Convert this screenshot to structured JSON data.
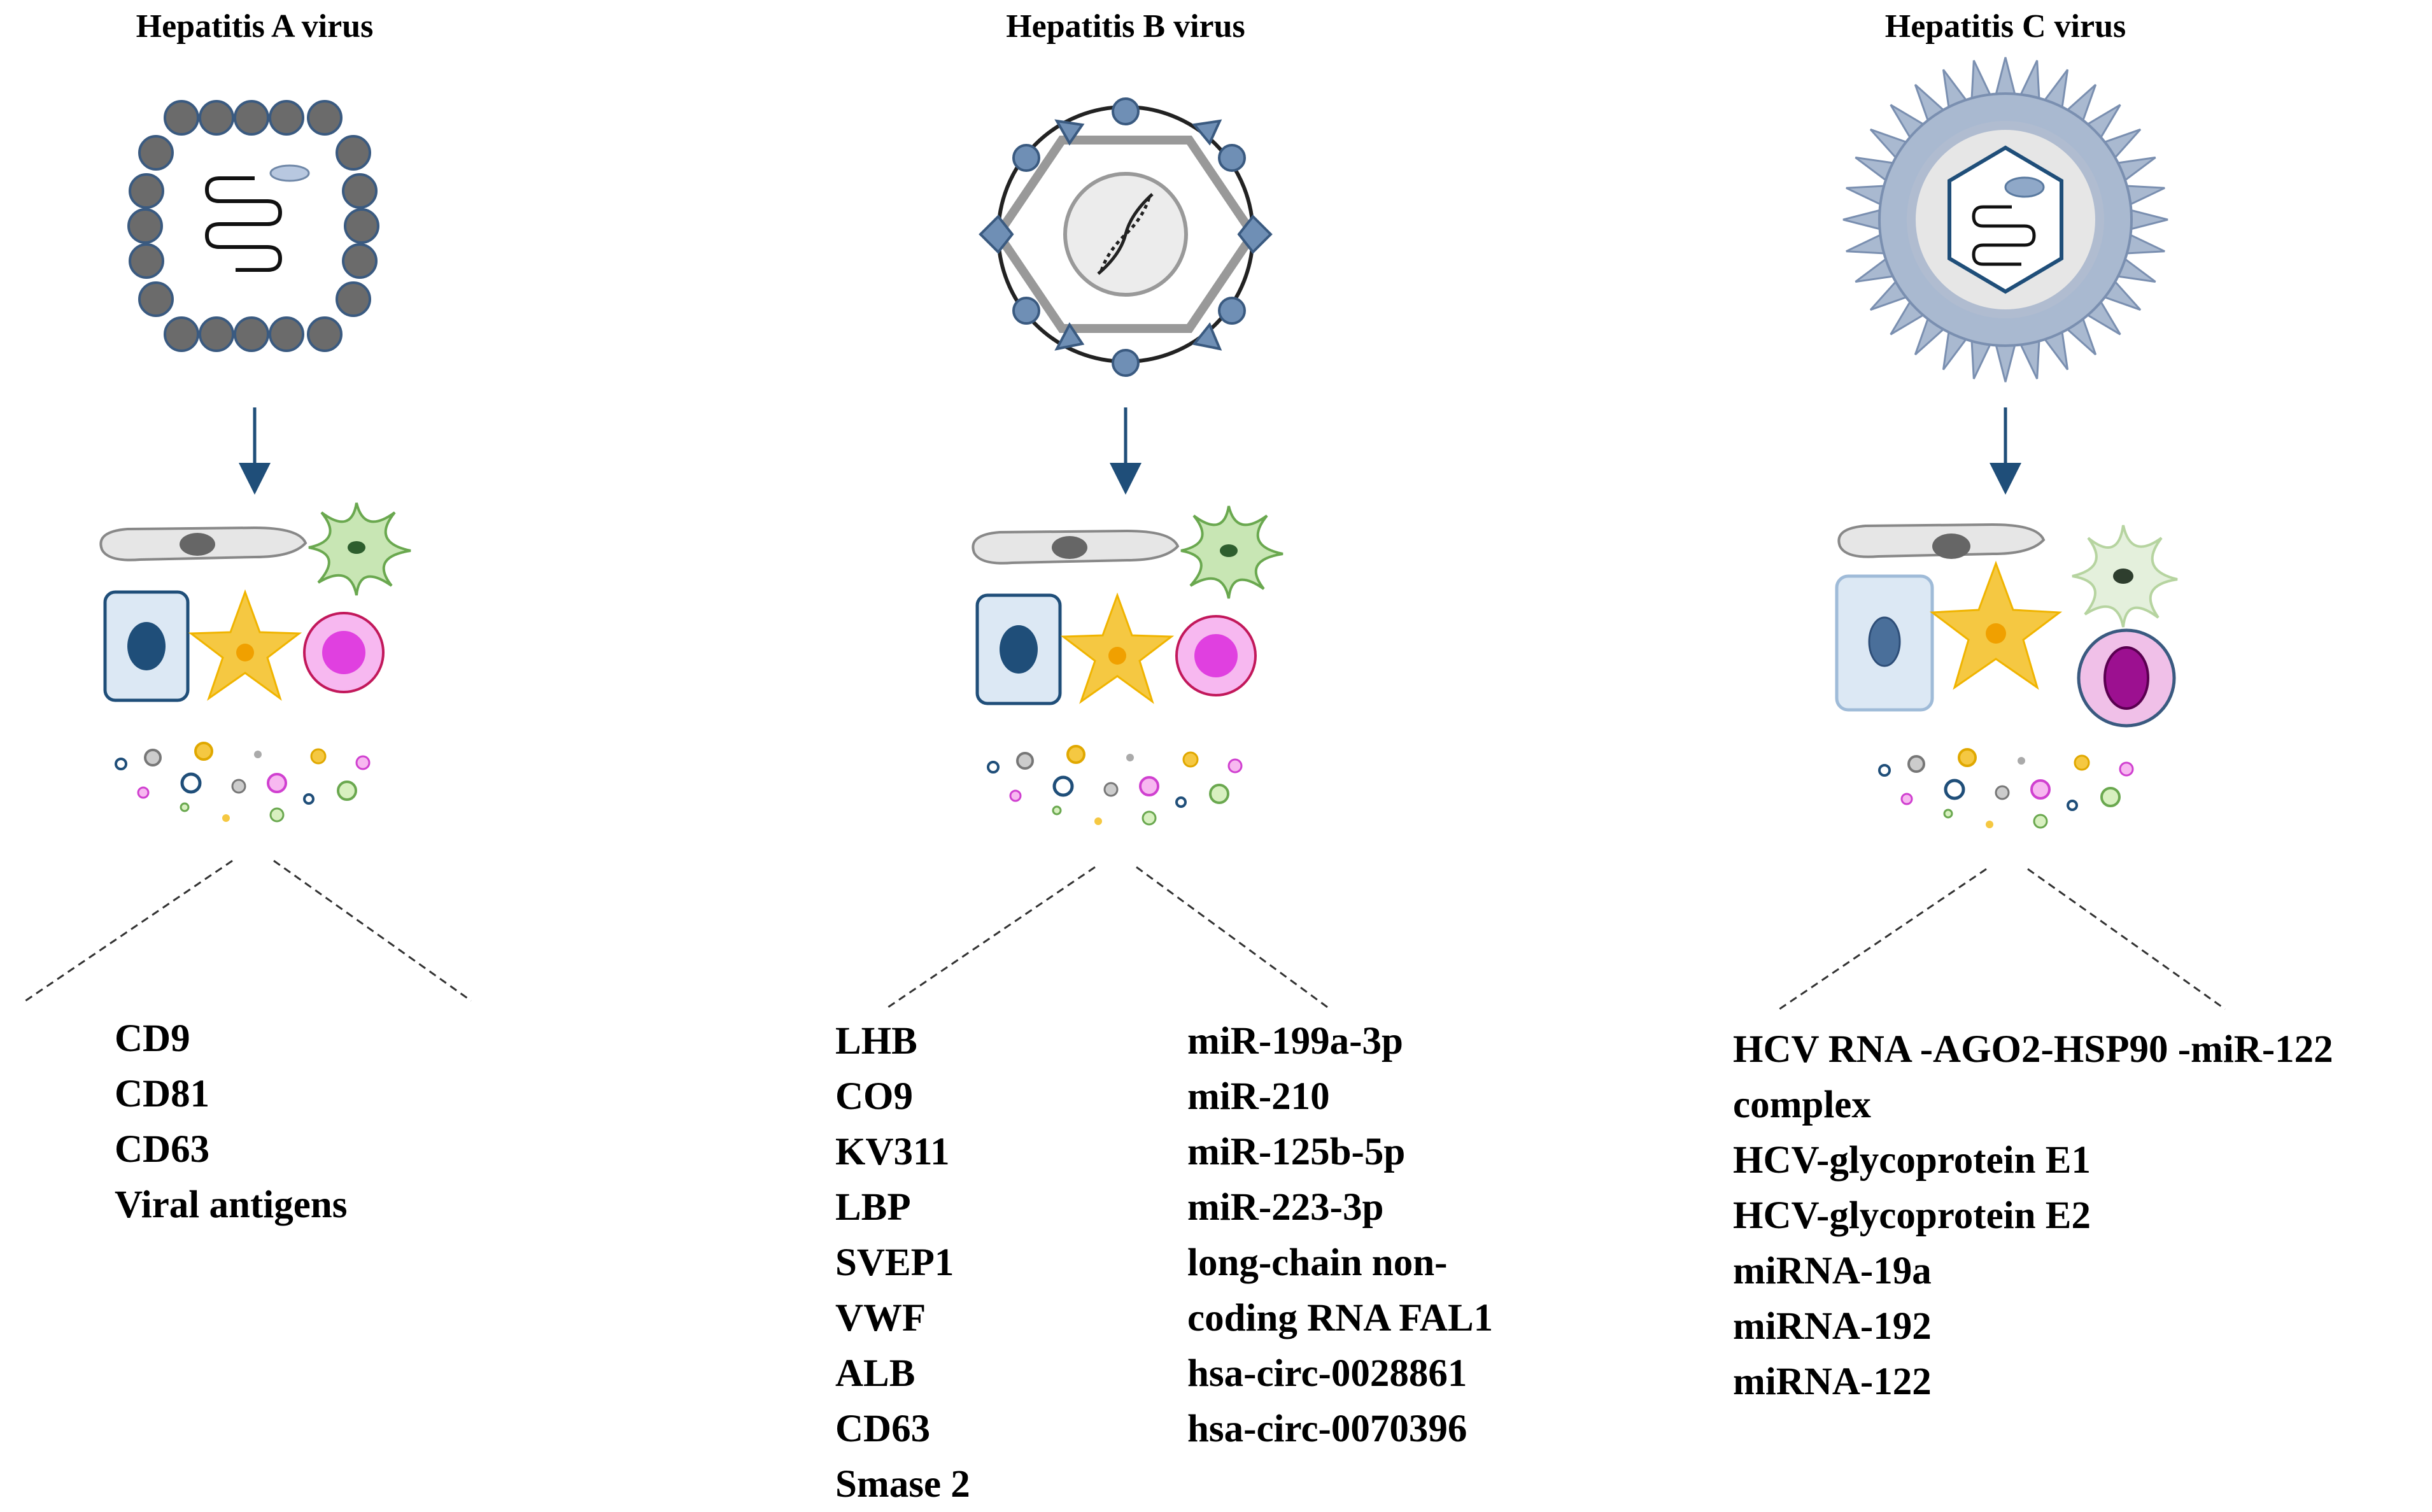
{
  "panels": [
    {
      "title": "Hepatitis A virus",
      "markers": [
        "CD9",
        "CD81",
        "CD63",
        "Viral antigens"
      ]
    },
    {
      "title": "Hepatitis B virus",
      "markers_left": [
        "LHB",
        "CO9",
        "KV311",
        "LBP",
        "SVEP1",
        "VWF",
        "ALB",
        "CD63",
        "Smase 2"
      ],
      "markers_right": [
        "miR-199a-3p",
        "miR-210",
        "miR-125b-5p",
        "miR-223-3p",
        "long-chain non-coding RNA FAL1",
        "hsa-circ-0028861",
        "hsa-circ-0070396"
      ]
    },
    {
      "title": "Hepatitis C virus",
      "markers": [
        "HCV RNA -AGO2-HSP90 -miR-122 complex",
        "HCV-glycoprotein E1",
        "HCV-glycoprotein E2",
        "miRNA-19a",
        "miRNA-192",
        "miRNA-122"
      ]
    }
  ],
  "colors": {
    "arrow": "#1f4e79",
    "capsid_grey": "#6b6b6b",
    "capsid_blue": "#6f8fb5",
    "cell_blue": "#1f4e79",
    "star_yellow": "#f5c842",
    "pink": "#e040e0",
    "green": "#8bc34a"
  }
}
